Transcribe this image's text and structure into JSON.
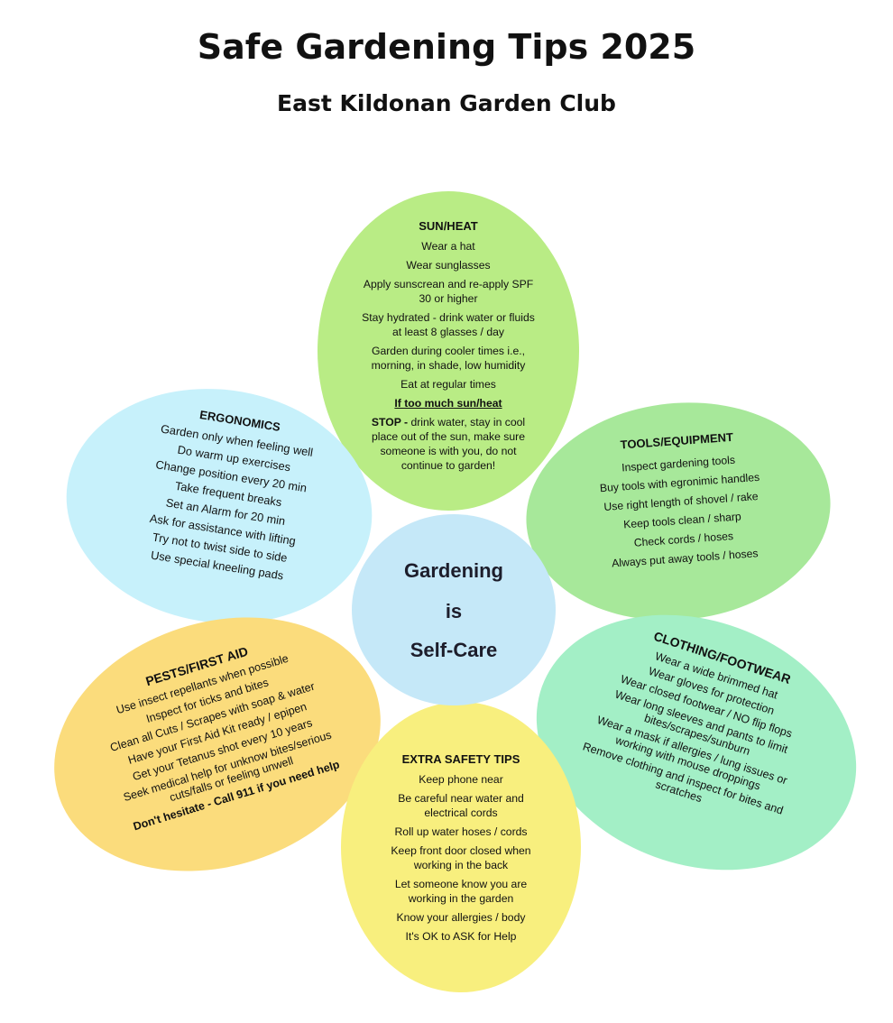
{
  "header": {
    "title": "Safe Gardening Tips 2025",
    "subtitle": "East Kildonan Garden Club"
  },
  "colors": {
    "sun": "#b9ec85",
    "tools": "#a7e89a",
    "ergonomics": "#c7f1fb",
    "center": "#c5e8f8",
    "pests": "#fbdc7c",
    "clothing": "#a3efc6",
    "extra": "#f8ef7e"
  },
  "center": {
    "line1": "Gardening",
    "line2": "is",
    "line3": "Self-Care"
  },
  "sun": {
    "heading": "SUN/HEAT",
    "items": [
      "Wear a hat",
      "Wear sunglasses",
      "Apply sunscrean and re-apply SPF 30 or higher",
      "Stay hydrated - drink water or fluids at least 8 glasses / day",
      "Garden during cooler times i.e., morning, in shade, low humidity",
      "Eat at regular times"
    ],
    "warning_heading": "If too much sun/heat",
    "stop_label": "STOP - ",
    "stop_text": "drink water, stay in cool place out of the sun, make sure someone is with you, do not continue to garden!"
  },
  "tools": {
    "heading": "TOOLS/EQUIPMENT",
    "items": [
      "Inspect gardening tools",
      "Buy tools with egronimic handles",
      "Use right length of shovel / rake",
      "Keep tools clean / sharp",
      "Check cords / hoses",
      "Always put away tools / hoses"
    ]
  },
  "ergonomics": {
    "heading": "ERGONOMICS",
    "items": [
      "Garden only when feeling well",
      "Do warm up exercises",
      "Change position every 20 min",
      "Take frequent  breaks",
      "Set an Alarm for 20 min",
      "Ask for assistance with lifting",
      "Try not to twist side to side",
      "Use special kneeling pads"
    ]
  },
  "pests": {
    "heading": "PESTS/FIRST AID",
    "items": [
      "Use insect repellants when possible",
      "Inspect for ticks and bites",
      "Clean all Cuts / Scrapes with soap & water",
      "Have your First Aid Kit ready / epipen",
      "Get your Tetanus shot every 10 years",
      "Seek medical help for unknow bites/serious cuts/falls or feeling unwell"
    ],
    "final": "Don't hesitate - Call 911 if you need help"
  },
  "clothing": {
    "heading": "CLOTHING/FOOTWEAR",
    "items": [
      "Wear a wide brimmed hat",
      "Wear gloves for protection",
      "Wear closed footwear / NO flip flops",
      "Wear long sleeves and pants to limit bites/scrapes/sunburn",
      "Wear a mask if allergies / lung issues or working with mouse droppings",
      "Remove clothing and inspect for bites and scratches"
    ]
  },
  "extra": {
    "heading": "EXTRA SAFETY TIPS",
    "items": [
      "Keep phone near",
      "Be careful near water and electrical cords",
      "Roll up water hoses / cords",
      "Keep front door closed when working in the back",
      "Let someone know you are working in the garden",
      "Know your allergies / body",
      "It's OK to ASK for Help"
    ]
  }
}
